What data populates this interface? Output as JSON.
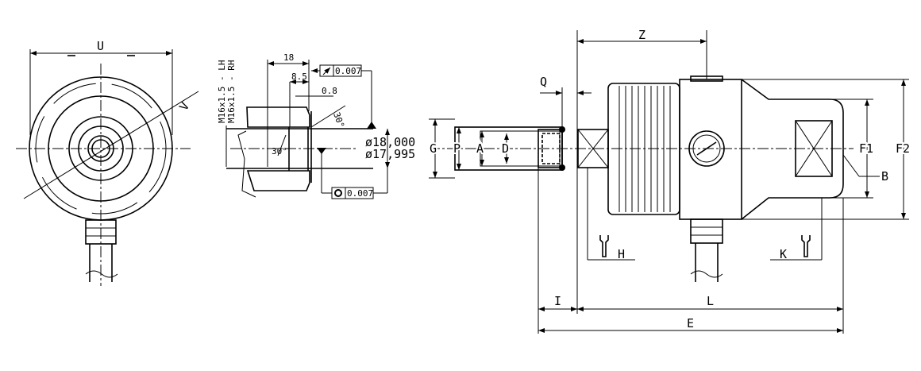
{
  "left_view": {
    "dim_u": "U",
    "dim_v": "V"
  },
  "detail": {
    "thread_lh": "M16x1.5 - LH",
    "thread_rh": "M16x1.5 - RH",
    "dim_18": "18",
    "dim_8_5": "8.5",
    "dim_0_8": "0.8",
    "angle_top": "30°",
    "angle_bottom": "30°",
    "dia_max": "ø18,000",
    "dia_min": "ø17,995",
    "runout_tol": "0.007",
    "concentricity_tol": "0.007"
  },
  "side_view": {
    "dim_z": "Z",
    "dim_q": "Q",
    "dim_g": "G",
    "dim_p": "P",
    "dim_a": "A",
    "dim_d": "D",
    "dim_f1": "F1",
    "dim_f2": "F2",
    "dim_b": "B",
    "dim_h": "H",
    "dim_k": "K",
    "dim_i": "I",
    "dim_l": "L",
    "dim_e": "E"
  }
}
